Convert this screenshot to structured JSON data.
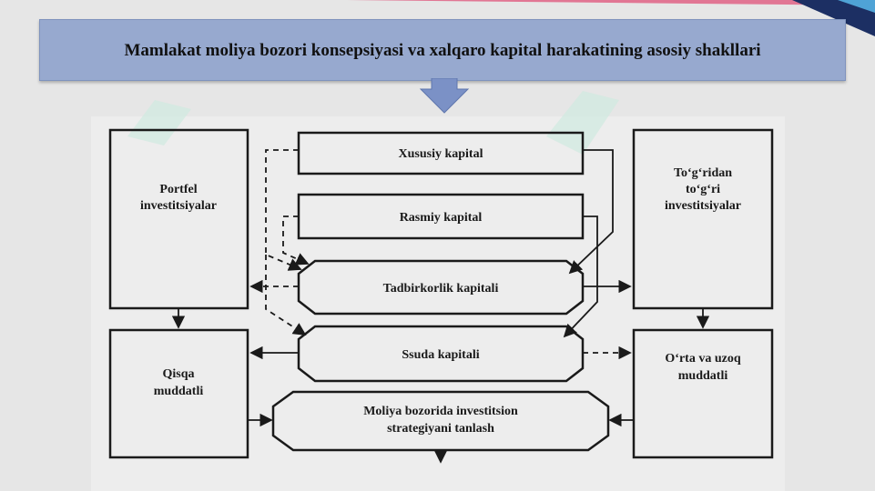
{
  "slide": {
    "title": "Mamlakat moliya bozori konsepsiyasi va xalqaro kapital harakatining asosiy shakllari"
  },
  "diagram": {
    "nodes": {
      "xususiy": "Xususiy  kapital",
      "rasmiy": "Rasmiy kapital",
      "tadbirkorlik": "Tadbirkorlik kapitali",
      "ssuda": "Ssuda kapitali",
      "strategiya": [
        "Moliya bozorida investitsion",
        "strategiyani tanlash"
      ],
      "portfel": [
        "Portfel",
        "investitsiyalar"
      ],
      "togridan": [
        "To‘g‘ridan",
        "to‘g‘ri",
        "investitsiyalar"
      ],
      "qisqa": [
        "Qisqa",
        "muddatli"
      ],
      "orta": [
        "O‘rta va uzoq",
        "muddatli"
      ]
    }
  },
  "colors": {
    "background": "#e6e6e6",
    "title_fill": "#97a9cf",
    "arrow_fill": "#7b91c6",
    "diagram_paper": "#ededed",
    "ink": "#1a1a1a"
  }
}
